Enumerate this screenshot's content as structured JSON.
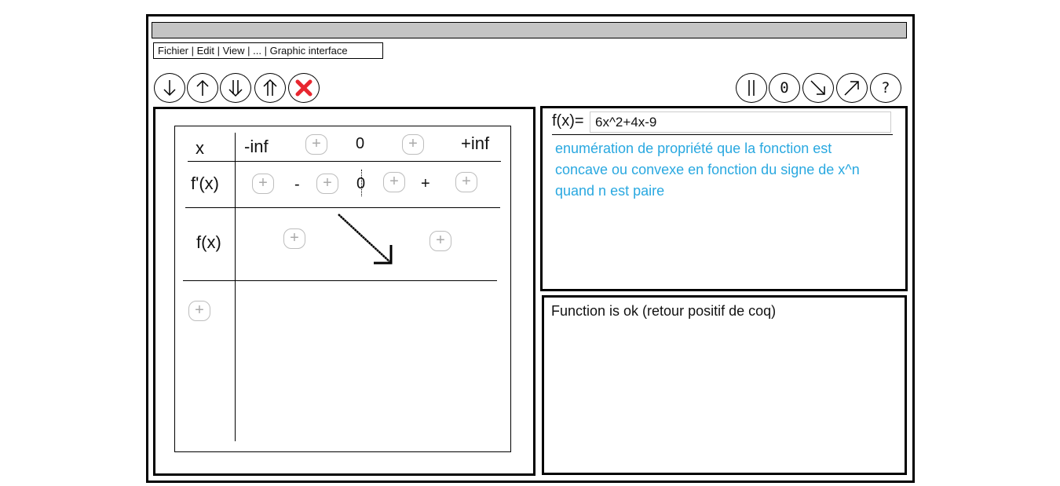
{
  "menu": {
    "text": "Fichier | Edit | View |  ... | Graphic interface"
  },
  "toolbar_left": [
    {
      "icon": "arrow-down-icon"
    },
    {
      "icon": "arrow-up-icon"
    },
    {
      "icon": "double-arrow-down-icon"
    },
    {
      "icon": "double-arrow-up-icon"
    },
    {
      "icon": "close-red-x-icon",
      "color": "#e8262f"
    }
  ],
  "toolbar_right": [
    {
      "icon": "double-bar-icon"
    },
    {
      "icon": "zero-icon",
      "label": "0"
    },
    {
      "icon": "arrow-down-right-icon"
    },
    {
      "icon": "arrow-up-right-icon"
    },
    {
      "icon": "help-icon",
      "label": "?"
    }
  ],
  "table": {
    "x_label": "x",
    "x_values": [
      "-inf",
      "0",
      "+inf"
    ],
    "fprime_label": "f'(x)",
    "fprime_signs": [
      "-",
      "0",
      "+"
    ],
    "f_label": "f(x)",
    "plus": "+"
  },
  "function": {
    "label": "f(x)=",
    "value": "6x^2+4x-9",
    "description": "enumération de propriété que la fonction est concave ou convexe en fonction du signe de x^n quand n est paire"
  },
  "status": {
    "text": "Function is ok (retour positif de coq)"
  },
  "colors": {
    "accent_text": "#29a8e0",
    "titlebar": "#c4c4c4",
    "delete": "#e8262f"
  }
}
